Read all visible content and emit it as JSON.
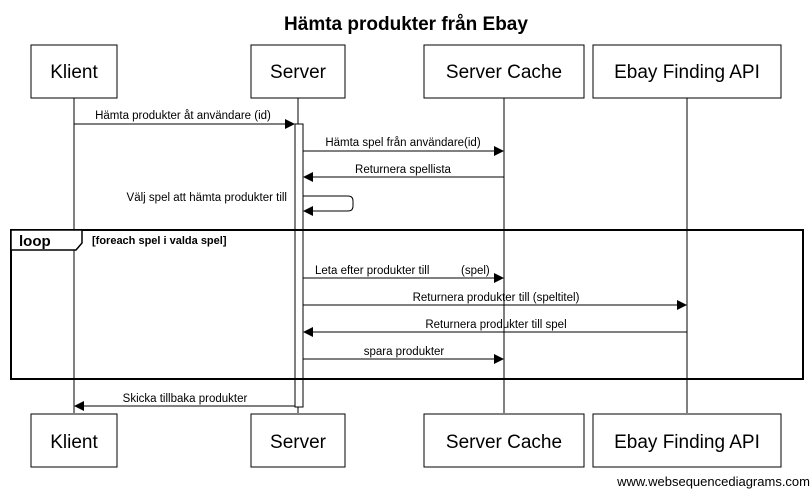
{
  "title": "Hämta produkter från Ebay",
  "participants": {
    "klient": "Klient",
    "server": "Server",
    "cache": "Server Cache",
    "ebay": "Ebay Finding API"
  },
  "messages": {
    "m1": "Hämta produkter åt användare (id)",
    "m2": "Hämta spel från användare(id)",
    "m3": "Returnera spellista",
    "m4": "Välj spel att hämta produkter till",
    "m5a": "Leta efter produkter till",
    "m5b": "(spel)",
    "m6": "Returnera produkter till (speltitel)",
    "m7": "Returnera produkter till spel",
    "m8": "spara produkter",
    "m9": "Skicka tillbaka produkter"
  },
  "loop": {
    "keyword": "loop",
    "condition": "[foreach spel i valda spel]"
  },
  "watermark": "www.websequencediagrams.com"
}
